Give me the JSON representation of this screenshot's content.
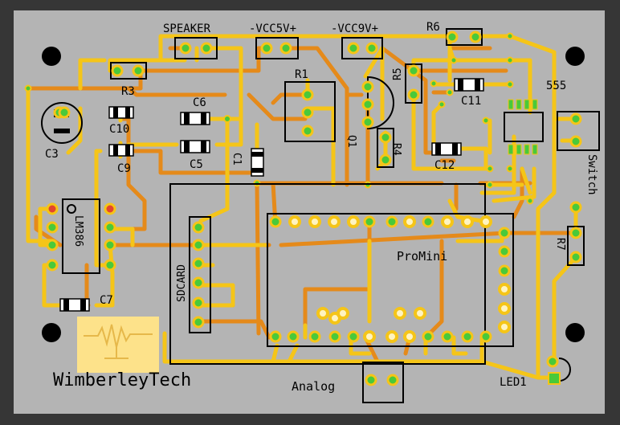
{
  "colors": {
    "board": "#b4b4b4",
    "trace_top": "#f5c518",
    "trace_bottom": "#e58a1a",
    "pad_green": "#49c93a",
    "pad_ring": "#f5c518",
    "pad_red": "#e2452f",
    "silk": "#000000",
    "logo": "#fde28a"
  },
  "labels": {
    "speaker": "SPEAKER",
    "vcc5": "-VCC5V+",
    "vcc9": "-VCC9V+",
    "r6": "R6",
    "r5": "R5",
    "r1": "R1",
    "r3": "R3",
    "r4": "R4",
    "r7": "R7",
    "q1": "Q1",
    "c10": "C10",
    "c6": "C6",
    "c3": "C3",
    "c9": "C9",
    "c5": "C5",
    "c1": "C1",
    "c11": "C11",
    "c12": "C12",
    "c7": "C7",
    "ic555": "555",
    "switch": "Switch",
    "lm386": "LM386",
    "sdcard": "SDCARD",
    "promini": "ProMini",
    "analog": "Analog",
    "led1": "LED1",
    "brand": "WimberleyTech"
  }
}
